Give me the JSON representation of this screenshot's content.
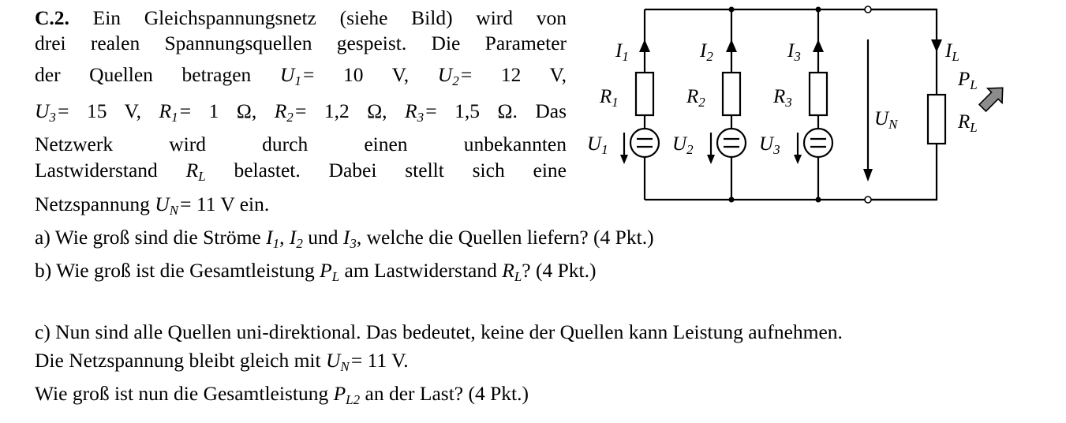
{
  "task": {
    "number": "C.2.",
    "intro": "Ein Gleichspannungsnetz (siehe Bild) wird von drei realen Spannungsquellen gespeist. Die Parameter der Quellen betragen",
    "params": {
      "U1": "= 10 V,",
      "U2": "= 12 V,",
      "U3": "= 15 V,",
      "R1": "= 1 Ω,",
      "R2": "= 1,2 Ω,",
      "R3": "= 1,5 Ω."
    },
    "after_params": "Das",
    "load_text_1": "Netzwerk wird durch einen unbekannten",
    "load_text_2a": "Lastwiderstand",
    "load_text_2b": "belastet. Dabei stellt sich eine",
    "net_text": "Netzspannung",
    "net_value": "= 11 V ein."
  },
  "questions": {
    "a": "a) Wie groß sind die Ströme",
    "a_sep1": ",",
    "a_sep2": "und",
    "a_end": ", welche die Quellen liefern? (4 Pkt.)",
    "b": "b) Wie groß ist die Gesamtleistung",
    "b_mid": "am Lastwiderstand",
    "b_end": "? (4 Pkt.)",
    "c1": "c) Nun sind alle Quellen uni-direktional. Das bedeutet, keine der Quellen kann Leistung aufnehmen.",
    "c2": "Die Netzspannung bleibt gleich mit",
    "c2_val": "= 11 V.",
    "c3": "Wie groß ist nun die Gesamtleistung",
    "c3_end": "an der Last? (4 Pkt.)"
  },
  "symbols": {
    "U": "U",
    "R": "R",
    "I": "I",
    "P": "P",
    "s1": "1",
    "s2": "2",
    "s3": "3",
    "sL": "L",
    "sN": "N",
    "sL2": "L2"
  },
  "circuit": {
    "labels": {
      "I1": "I",
      "I1s": "1",
      "I2": "I",
      "I2s": "2",
      "I3": "I",
      "I3s": "3",
      "IL": "I",
      "ILs": "L",
      "R1": "R",
      "R1s": "1",
      "R2": "R",
      "R2s": "2",
      "R3": "R",
      "R3s": "3",
      "RL": "R",
      "RLs": "L",
      "U1": "U",
      "U1s": "1",
      "U2": "U",
      "U2s": "2",
      "U3": "U",
      "U3s": "3",
      "UN": "U",
      "UNs": "N",
      "PL": "P",
      "PLs": "L"
    },
    "source_symbol": "="
  }
}
